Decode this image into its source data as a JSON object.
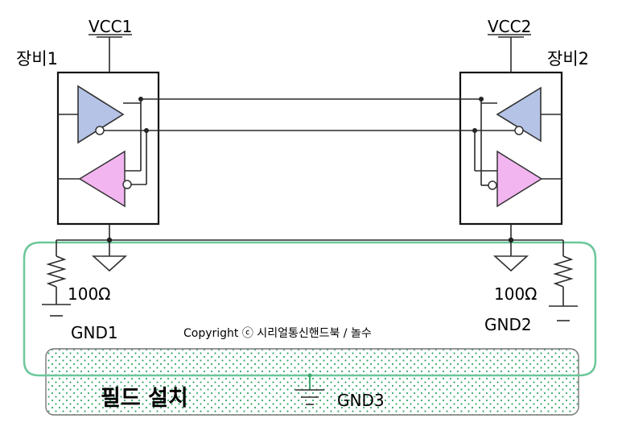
{
  "device1": {
    "label": "장비1",
    "vcc": "VCC1",
    "resistor": "100Ω",
    "gnd": "GND1"
  },
  "device2": {
    "label": "장비2",
    "vcc": "VCC2",
    "resistor": "100Ω",
    "gnd": "GND2"
  },
  "field": {
    "label": "필드 설치",
    "gnd": "GND3"
  },
  "copyright": "Copyright ⓒ 시리얼통신핸드북 / 놀수",
  "colors": {
    "driver_fill": "#b4c3e6",
    "receiver_fill": "#f2b5f0",
    "ground_loop": "#6cc79a",
    "field_dots": "#3aa86a"
  }
}
